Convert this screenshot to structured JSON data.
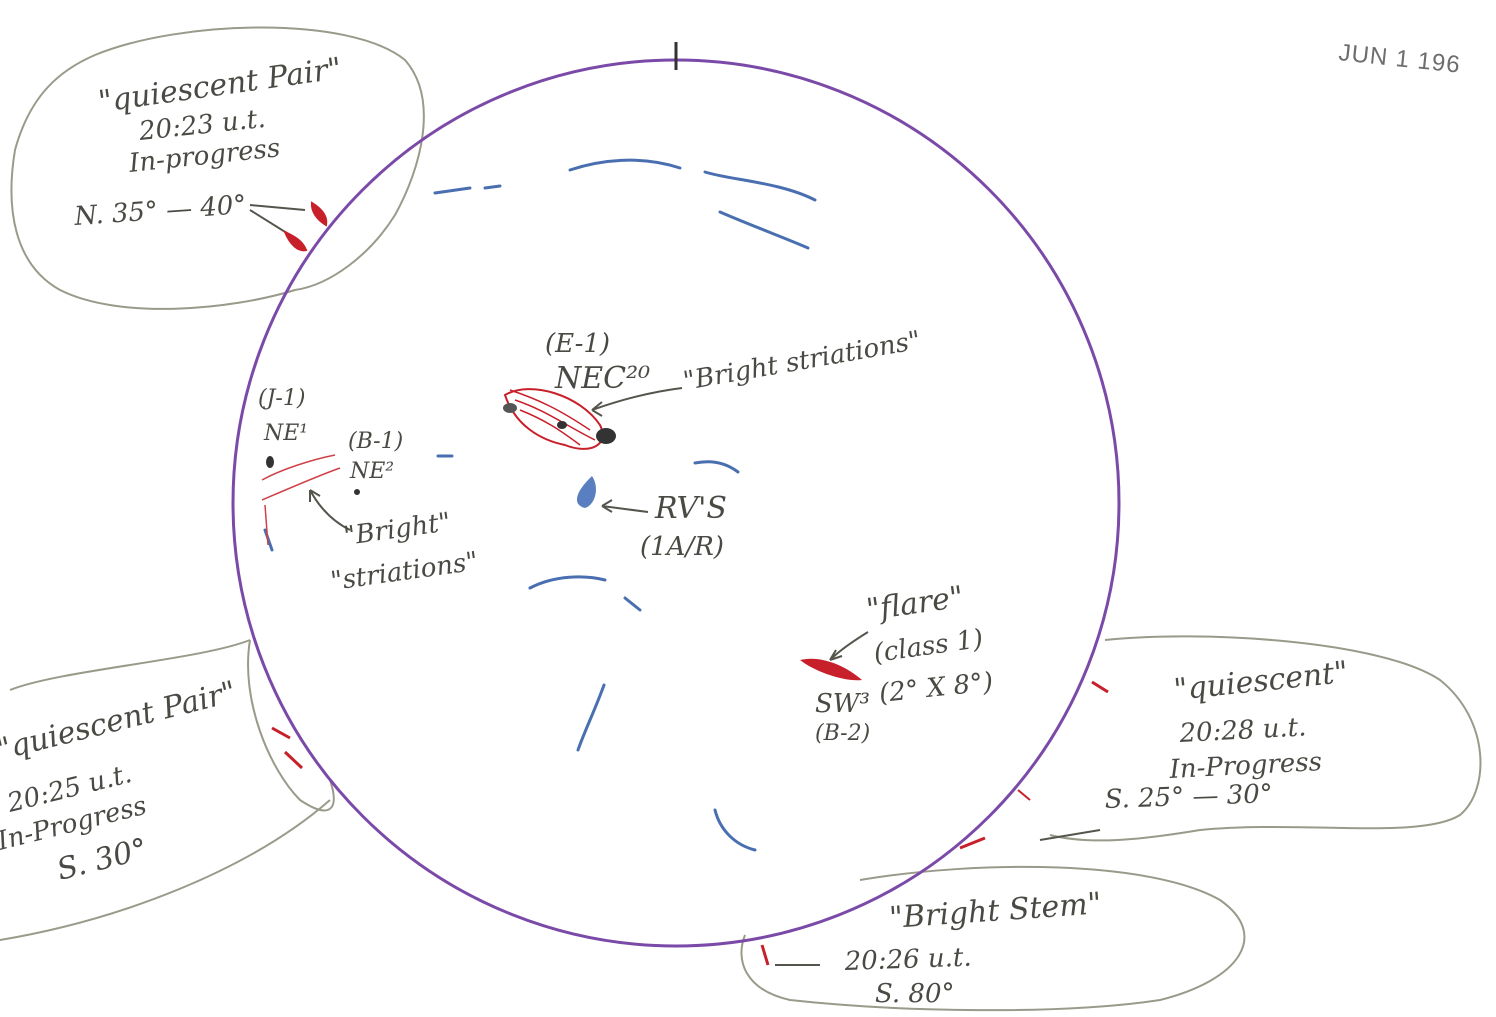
{
  "stamp": {
    "date_text": "JUN 1   196"
  },
  "colors": {
    "disk_outline": "#7b4aa8",
    "prominence_red": "#c8202a",
    "filament_blue": "#4a6fb0",
    "pencil_gray": "#55554d",
    "callout_outline": "#9a9a8a"
  },
  "callouts": {
    "top_left": {
      "line1": "\"quiescent Pair\"",
      "line2": "20:23 u.t.",
      "line3": "In-progress",
      "line4": "N. 35° — 40°"
    },
    "bottom_left": {
      "line1": "\"quiescent Pair\"",
      "line2": "20:25 u.t.",
      "line3": "In-Progress",
      "line4": "S. 30°"
    },
    "right": {
      "line1": "\"quiescent\"",
      "line2": "20:28 u.t.",
      "line3": "In-Progress",
      "line4": "S. 25° — 30°"
    },
    "bottom": {
      "line1": "\"Bright Stem\"",
      "line2": "20:26 u.t.",
      "line3": "S. 80°"
    }
  },
  "labels": {
    "e1_id": "(E-1)",
    "e1_region": "NEC²⁰",
    "e1_note": "\"Bright striations\"",
    "j1_id": "(J-1)",
    "j1_region": "NE¹",
    "b1_id": "(B-1)",
    "b1_region": "NE²",
    "left_note_line1": "\"Bright\"",
    "left_note_line2": "\"striations\"",
    "rvs_line1": "RV'S",
    "rvs_line2": "(1A/R)",
    "flare_line1": "\"flare\"",
    "flare_line2": "(class 1)",
    "flare_region": "SW³",
    "flare_size": "(2° X 8°)",
    "flare_id": "(B-2)"
  }
}
